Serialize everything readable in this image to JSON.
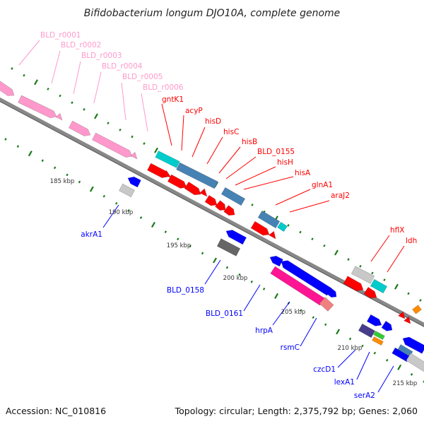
{
  "title": "Bifidobacterium longum DJO10A, complete genome",
  "footer": {
    "accession": "Accession: NC_010816",
    "summary": "Topology: circular; Length: 2,375,792 bp; Genes: 2,060"
  },
  "colors": {
    "rna": "#ff99cc",
    "forward_label": "#ff0000",
    "reverse_label": "#0000ff",
    "backbone": "#888888",
    "ticks": "#1a7a1a",
    "cyan": "#00cccc",
    "steel": "#4682b4",
    "red": "#ff0000",
    "blue": "#0000ff",
    "grey": "#c8c8c8",
    "darkgrey": "#666666",
    "pink": "#ff1493",
    "salmon": "#f08080",
    "purple": "#483d8b",
    "green": "#32cd32",
    "orange": "#ff8c00"
  },
  "kbp_labels": [
    "185 kbp",
    "190 kbp",
    "195 kbp",
    "200 kbp",
    "205 kbp",
    "210 kbp",
    "215 kbp"
  ],
  "rna_labels": [
    "BLD_r0001",
    "BLD_r0002",
    "BLD_r0003",
    "BLD_r0004",
    "BLD_r0005",
    "BLD_r0006"
  ],
  "forward_labels": [
    "gntK1",
    "acyP",
    "hisD",
    "hisC",
    "hisB",
    "BLD_0155",
    "hisH",
    "hisA",
    "glnA1",
    "araJ2",
    "hflX",
    "ldh"
  ],
  "reverse_labels": [
    "akrA1",
    "BLD_0158",
    "BLD_0161",
    "hrpA",
    "rsmC",
    "czcD1",
    "lexA1",
    "serA2"
  ]
}
